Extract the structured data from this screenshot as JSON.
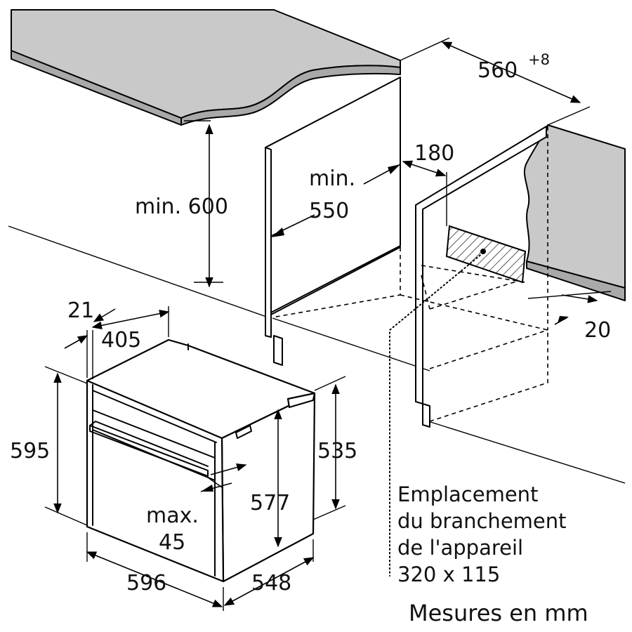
{
  "units_note": "Mesures en mm",
  "connection_note": {
    "line1": "Emplacement",
    "line2": "du branchement",
    "line3": "de l'appareil",
    "line4": "320 x 115"
  },
  "niche": {
    "width_value": "560",
    "width_tolerance": "+8",
    "height_label": "min. 600",
    "depth_label_line1": "min.",
    "depth_label_line2": "550",
    "rear_gap": "180",
    "side_gap": "20"
  },
  "appliance": {
    "frame_depth": "21",
    "top_depth": "405",
    "height": "595",
    "width": "596",
    "depth": "548",
    "body_height": "535",
    "inner_height": "577",
    "max_label_line1": "max.",
    "max_label_line2": "45"
  }
}
